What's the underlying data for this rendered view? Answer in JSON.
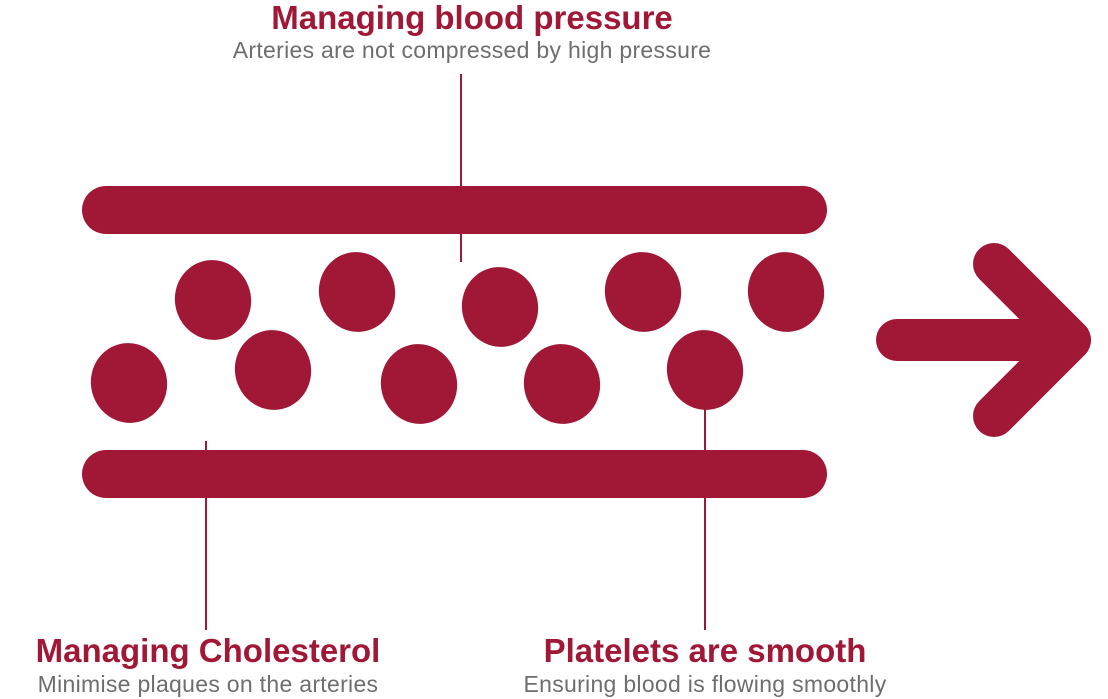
{
  "colors": {
    "primary": "#a01836",
    "heading": "#a01836",
    "subtext": "#6e6e6e",
    "background": "#ffffff"
  },
  "labels": {
    "blood_pressure": {
      "title": "Managing blood pressure",
      "subtitle": "Arteries are not compressed by high pressure"
    },
    "cholesterol": {
      "title": "Managing Cholesterol",
      "subtitle": "Minimise plaques on the arteries"
    },
    "platelets": {
      "title": "Platelets are smooth",
      "subtitle": "Ensuring blood is flowing smoothly"
    }
  },
  "icons": {
    "arrow": "right-arrow-icon",
    "blood_cell": "blood-cell-icon",
    "artery_wall": "artery-wall"
  }
}
